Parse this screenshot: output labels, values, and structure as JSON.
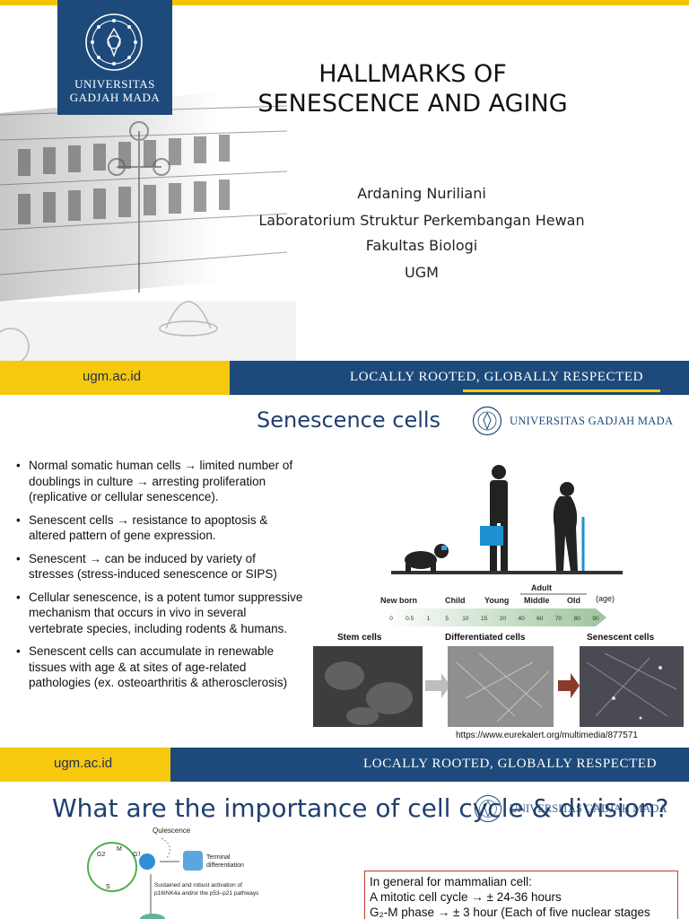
{
  "slide1": {
    "logo": {
      "line1": "UNIVERSITAS",
      "line2": "GADJAH MADA"
    },
    "title_line1": "HALLMARKS OF",
    "title_line2": "SENESCENCE AND AGING",
    "author": "Ardaning Nuriliani",
    "lab": "Laboratorium Struktur Perkembangan Hewan",
    "faculty": "Fakultas Biologi",
    "university": "UGM"
  },
  "footer": {
    "url": "ugm.ac.id",
    "tagline": "LOCALLY ROOTED, GLOBALLY RESPECTED"
  },
  "slide2": {
    "title": "Senescence cells",
    "brand": "UNIVERSITAS GADJAH MADA",
    "bullets": [
      "Normal somatic human cells → limited number of doublings in culture → arresting proliferation (replicative or cellular senescence).",
      "Senescent cells → resistance to apoptosis & altered pattern of gene expression.",
      "Senescent → can be induced by variety of stresses (stress-induced senescence or SIPS)",
      "Cellular senescence, is a potent tumor suppressive mechanism that occurs in vivo in several vertebrate species, including rodents & humans.",
      "Senescent cells can accumulate in renewable tissues with age & at sites of age-related pathologies (ex. osteoarthritis & atherosclerosis)"
    ],
    "figure": {
      "adult": "Adult",
      "newborn": "New born",
      "child": "Child",
      "young": "Young",
      "middle": "Middle",
      "old": "Old",
      "age": "(age)",
      "ticks": [
        "0",
        "0.5",
        "1",
        "5",
        "10",
        "15",
        "20",
        "40",
        "60",
        "70",
        "80",
        "90"
      ],
      "stem": "Stem cells",
      "differentiated": "Differentiated cells",
      "senescent": "Senescent cells"
    },
    "source": "https://www.eurekalert.org/multimedia/877571"
  },
  "slide3": {
    "title": "What are the importance of cell cycle & division?",
    "brand": "UNIVERSITAS GADJAH MADA",
    "diagram": {
      "quiescence": "Quiescence",
      "m": "M",
      "g1": "G1",
      "g2": "G2",
      "s": "S",
      "terminal1": "Terminal",
      "terminal2": "differentiation",
      "sustained1": "Sustained and robust activation of",
      "sustained2": "p16INK4a and/or the p53–p21 pathways"
    },
    "info_line1": "In general for mammalian cell:",
    "info_line2": "A mitotic cell cycle → ± 24-36 hours",
    "info_line3": "G₂-M phase → ± 3 hour (Each of five nuclear stages"
  },
  "colors": {
    "ugm_blue": "#1d4a7a",
    "ugm_yellow": "#f6c90e",
    "title_blue": "#1f3f6e"
  }
}
